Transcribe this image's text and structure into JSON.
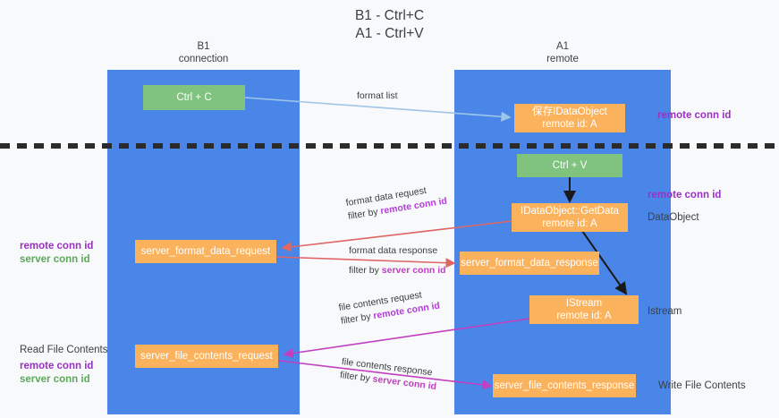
{
  "title": {
    "line1": "B1 - Ctrl+C",
    "line2": "A1 - Ctrl+V"
  },
  "columns": {
    "b1": {
      "name": "B1",
      "role": "connection"
    },
    "a1": {
      "name": "A1",
      "role": "remote"
    }
  },
  "colors": {
    "lane": "#4a86e8",
    "node_green": "#7fc37f",
    "node_orange": "#fbb25c",
    "purple": "#9b30c4",
    "green_text": "#5aa85a",
    "arrow_blue": "#9fc5e8",
    "arrow_red": "#e06666",
    "arrow_magenta": "#c23fc2",
    "arrow_black": "#1a1a1a",
    "background": "#f8f9fa",
    "divider": "#2b2b2b"
  },
  "nodes": {
    "ctrl_c": {
      "line1": "Ctrl + C",
      "line2": ""
    },
    "save_idataobject": {
      "line1": "保存IDataObject",
      "line2": "remote id: A"
    },
    "ctrl_v": {
      "line1": "Ctrl + V",
      "line2": ""
    },
    "getdata": {
      "line1": "IDataObject::GetData",
      "line2": "remote id: A"
    },
    "server_format_data_request": {
      "line1": "server_format_data_request",
      "line2": ""
    },
    "server_format_data_response": {
      "line1": "server_format_data_response",
      "line2": ""
    },
    "istream": {
      "line1": "IStream",
      "line2": "remote id: A"
    },
    "server_file_contents_request": {
      "line1": "server_file_contents_request",
      "line2": ""
    },
    "server_file_contents_response": {
      "line1": "server_file_contents_response",
      "line2": ""
    }
  },
  "annotations": {
    "right_remote_conn_id_top": "remote conn id",
    "right_remote_conn_id_mid": "remote conn id",
    "right_dataobject": "DataObject",
    "right_istream": "Istream",
    "right_write_file_contents": "Write File Contents",
    "left_remote_conn_id_1": "remote conn id",
    "left_server_conn_id_1": "server conn id",
    "left_read_file_contents": "Read File Contents",
    "left_remote_conn_id_2": "remote conn id",
    "left_server_conn_id_2": "server conn id"
  },
  "edges": {
    "format_list": {
      "text": "format list",
      "filter_prefix": "",
      "filter_value": ""
    },
    "format_data_request": {
      "text": "format data request",
      "filter_prefix": "filter by ",
      "filter_value": "remote conn id"
    },
    "format_data_response": {
      "text": "format data response",
      "filter_prefix": "filter by ",
      "filter_value": "server conn id"
    },
    "file_contents_request": {
      "text": "file contents request",
      "filter_prefix": "filter by ",
      "filter_value": "remote conn id"
    },
    "file_contents_response": {
      "text": "file contents response",
      "filter_prefix": "filter by ",
      "filter_value": "server conn id"
    }
  }
}
